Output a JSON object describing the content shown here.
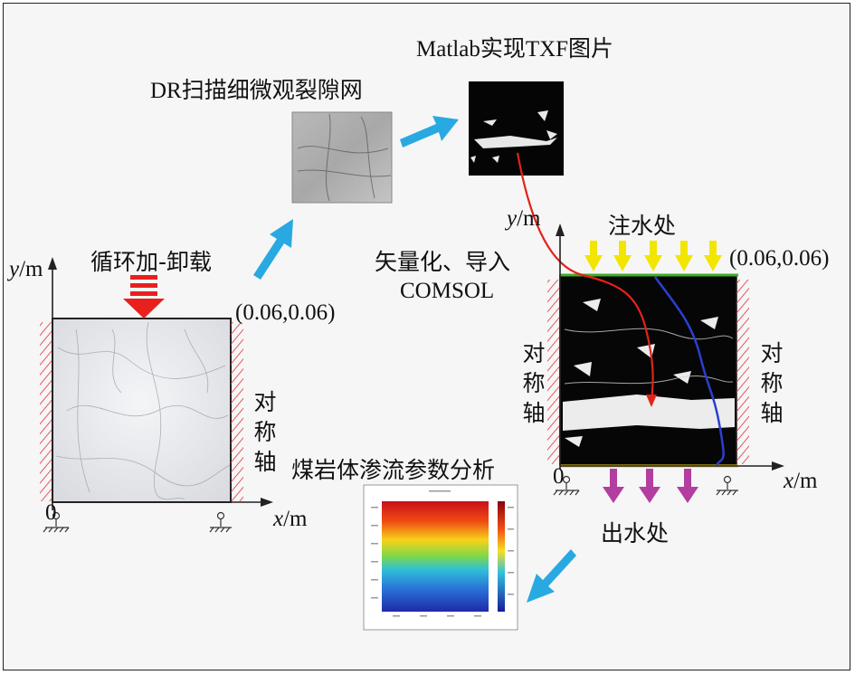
{
  "labels": {
    "matlab": "Matlab实现TXF图片",
    "dr_scan": "DR扫描细微观裂隙网",
    "cyclic_load": "循环加-卸载",
    "vectorize_line1": "矢量化、导入",
    "vectorize_line2": "COMSOL",
    "analysis": "煤岩体渗流参数分析",
    "inlet": "注水处",
    "outlet": "出水处",
    "symmetry_axis": [
      "对",
      "称",
      "轴"
    ]
  },
  "axes": {
    "y_var": "y",
    "x_var": "x",
    "unit": "/m",
    "origin": "0",
    "corner": "(0.06,0.06)"
  },
  "colors": {
    "flow_arrow": "#29a9e1",
    "load_arrow": "#e8201e",
    "inlet_arrow": "#f2e600",
    "outlet_arrow": "#b23ea0",
    "hatch": "#e0303a",
    "curve_red": "#e2231a",
    "curve_blue": "#2b3fd1",
    "inlet_line": "#3fae2a"
  },
  "icons": [
    "load-arrow-icon",
    "flow-arrow-icon",
    "inlet-arrow-icon",
    "outlet-arrow-icon",
    "pin-support-icon",
    "roller-support-icon"
  ]
}
